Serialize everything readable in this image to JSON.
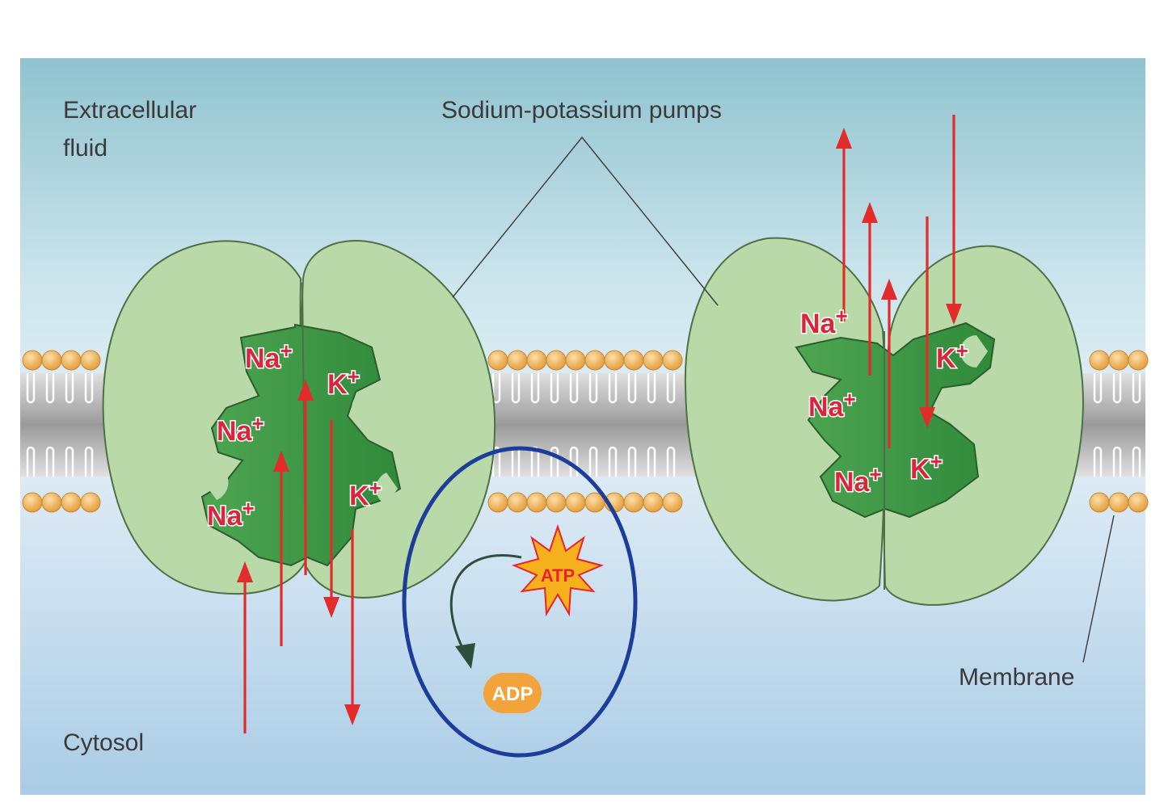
{
  "labels": {
    "extracellular_line1": "Extracellular",
    "extracellular_line2": "fluid",
    "pumps": "Sodium-potassium pumps",
    "cytosol": "Cytosol",
    "membrane": "Membrane"
  },
  "ions": {
    "sodium": "Na",
    "potassium": "K",
    "charge": "+"
  },
  "molecules": {
    "atp": "ATP",
    "adp": "ADP"
  },
  "colors": {
    "extracellular_top": "#8fc3cf",
    "cytosol_bottom": "#a9cce6",
    "protein_light": "#b9d9a8",
    "protein_dark": "#3f9a45",
    "arrow": "#e32b2b",
    "lipid_head": "#f0b660",
    "highlight_circle": "#1d3d9a",
    "atp_star": "#f5b01c",
    "adp_blob": "#f2a33a"
  }
}
